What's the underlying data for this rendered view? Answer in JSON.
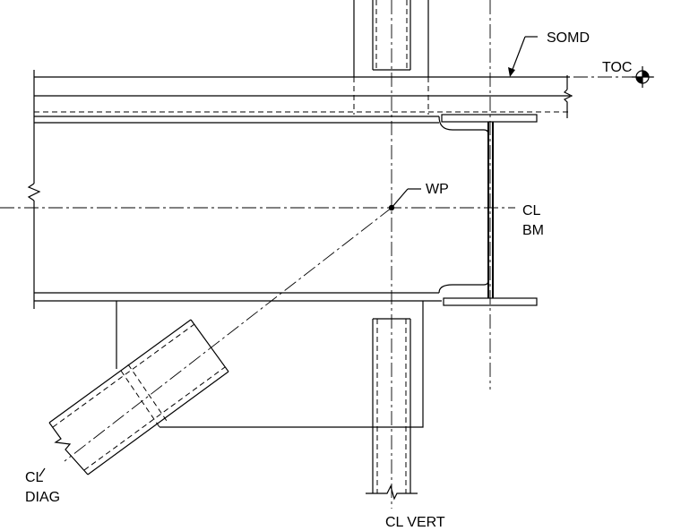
{
  "labels": {
    "somd": "SOMD",
    "toc": "TOC",
    "wp": "WP",
    "cl_bm_line1": "CL",
    "cl_bm_line2": "BM",
    "cl_diag_line1": "CL",
    "cl_diag_line2": "DIAG",
    "cl_vert": "CL VERT"
  }
}
